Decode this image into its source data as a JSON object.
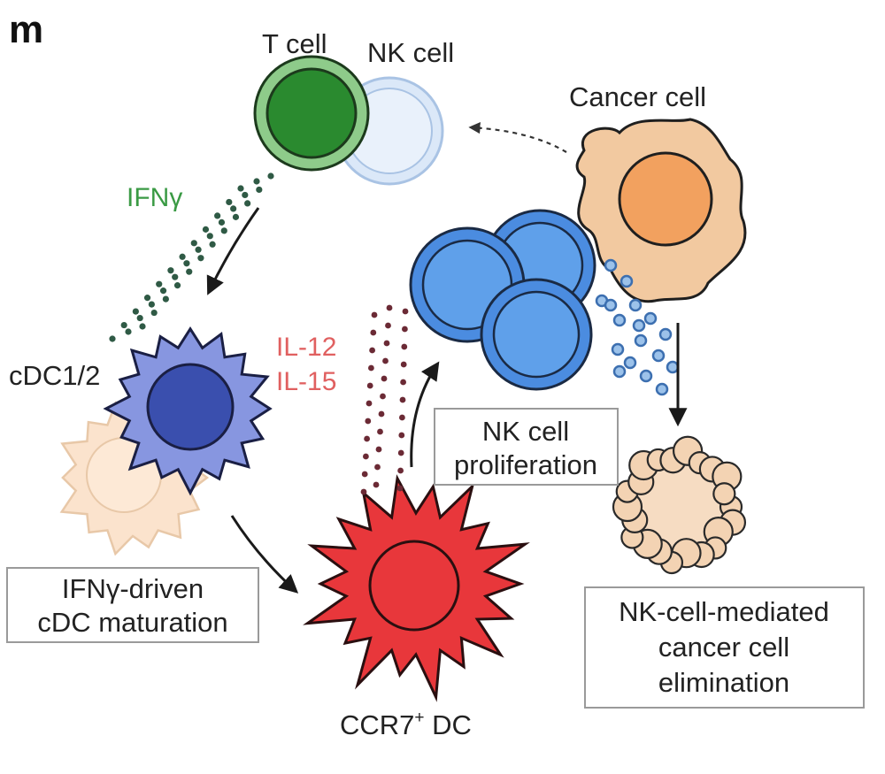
{
  "panel_letter": "m",
  "colors": {
    "t_cell": "#2a8a2f",
    "nk_cell": "#cfe2f6",
    "nk_blue": "#4b8ce0",
    "cancer": "#f2c9a0",
    "cdc": "#6c7fd6",
    "ccr7_dc": "#e8373b",
    "ifn": "#3a9a44",
    "il": "#e06060",
    "dots_green": "#2f5a45",
    "dots_red": "#6b2a35",
    "dots_blue": "#3c6fb0"
  },
  "labels": {
    "t_cell": "T cell",
    "nk_cell": "NK cell",
    "cancer_cell": "Cancer cell",
    "ifn_gamma": "IFNγ",
    "cdc": "cDC1/2",
    "il12": "IL-12",
    "il15": "IL-15",
    "ccr7_dc_main": "CCR7",
    "ccr7_dc_sup": "+",
    "ccr7_dc_tail": " DC"
  },
  "boxes": {
    "nk_proliferation": [
      "NK cell",
      "proliferation"
    ],
    "cdc_maturation": [
      "IFNγ-driven",
      "cDC maturation"
    ],
    "elimination": [
      "NK-cell-mediated",
      "cancer cell",
      "elimination"
    ]
  }
}
